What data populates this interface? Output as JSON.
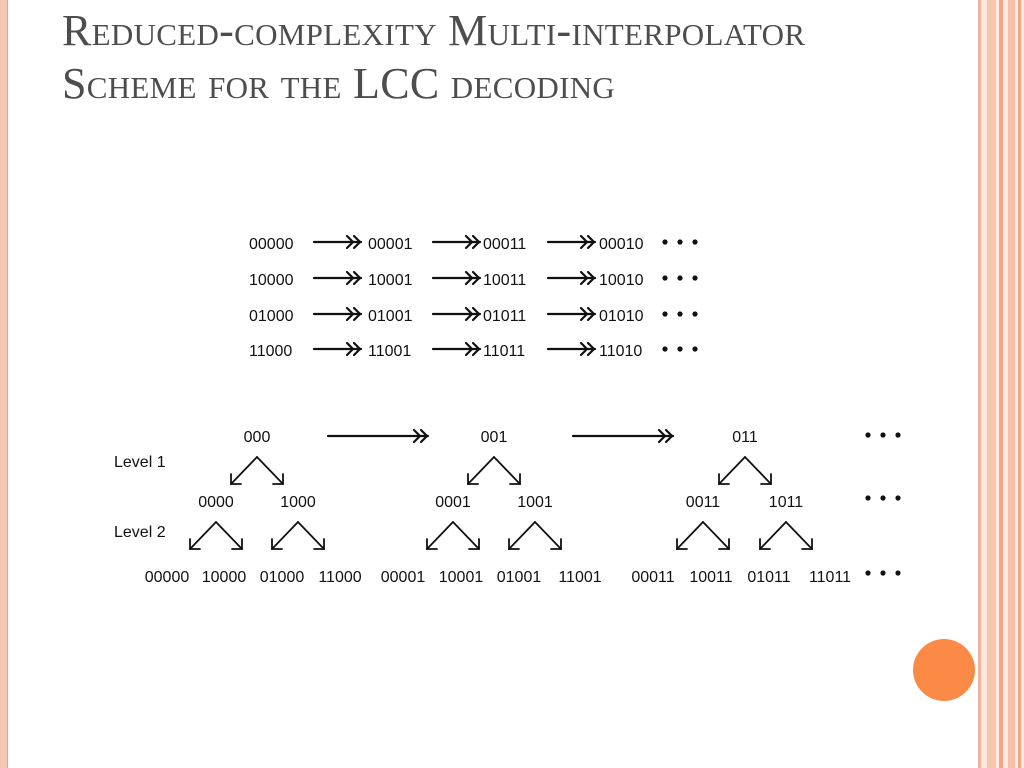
{
  "title": "Reduced-complexity Multi-interpolator Scheme for the LCC decoding",
  "accent_color": "#fb8a46",
  "sequence_rows": [
    [
      "00000",
      "00001",
      "00011",
      "00010"
    ],
    [
      "10000",
      "10001",
      "10011",
      "10010"
    ],
    [
      "01000",
      "01001",
      "01011",
      "01010"
    ],
    [
      "11000",
      "11001",
      "11011",
      "11010"
    ]
  ],
  "ellipsis": "• • •",
  "tree": {
    "level1_label": "Level 1",
    "level2_label": "Level 2",
    "roots": [
      "000",
      "001",
      "011"
    ],
    "level1_nodes": [
      "0000",
      "1000",
      "0001",
      "1001",
      "0011",
      "1011"
    ],
    "level2_nodes": [
      "00000",
      "10000",
      "01000",
      "11000",
      "00001",
      "10001",
      "01001",
      "11001",
      "00011",
      "10011",
      "01011",
      "11011"
    ]
  }
}
